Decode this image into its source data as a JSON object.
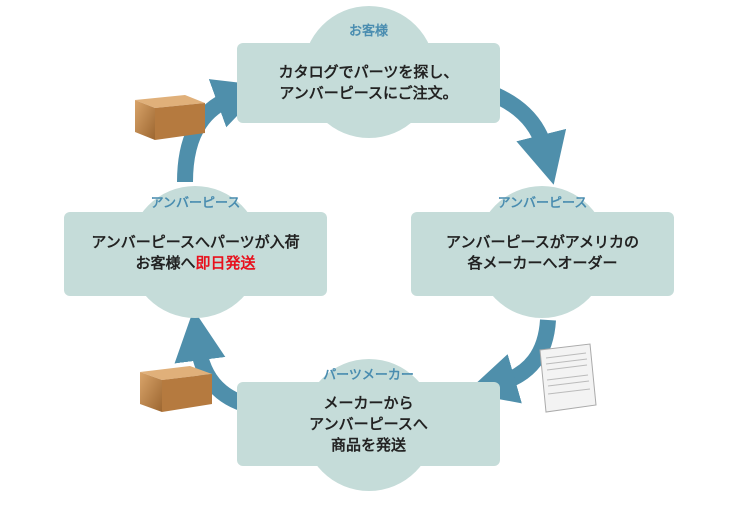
{
  "colors": {
    "node_fill": "#c5dcd9",
    "title": "#4a8db0",
    "arrow": "#4f8fab",
    "highlight": "#e8101c"
  },
  "nodes": {
    "customer": {
      "title": "お客様",
      "line1": "カタログでパーツを探し、",
      "line2": "アンバーピースにご注文。"
    },
    "amberpiece_order": {
      "title": "アンバーピース",
      "line1": "アンバーピースがアメリカの",
      "line2": "各メーカーへオーダー"
    },
    "maker": {
      "title": "パーツメーカー",
      "line1": "メーカーから",
      "line2": "アンバーピースへ",
      "line3": "商品を発送"
    },
    "amberpiece_ship": {
      "title": "アンバーピース",
      "line1": "アンバーピースへパーツが入荷",
      "line2_prefix": "お客様へ",
      "line2_highlight": "即日発送"
    }
  },
  "icons": [
    "package-icon",
    "document-icon",
    "package-icon"
  ]
}
